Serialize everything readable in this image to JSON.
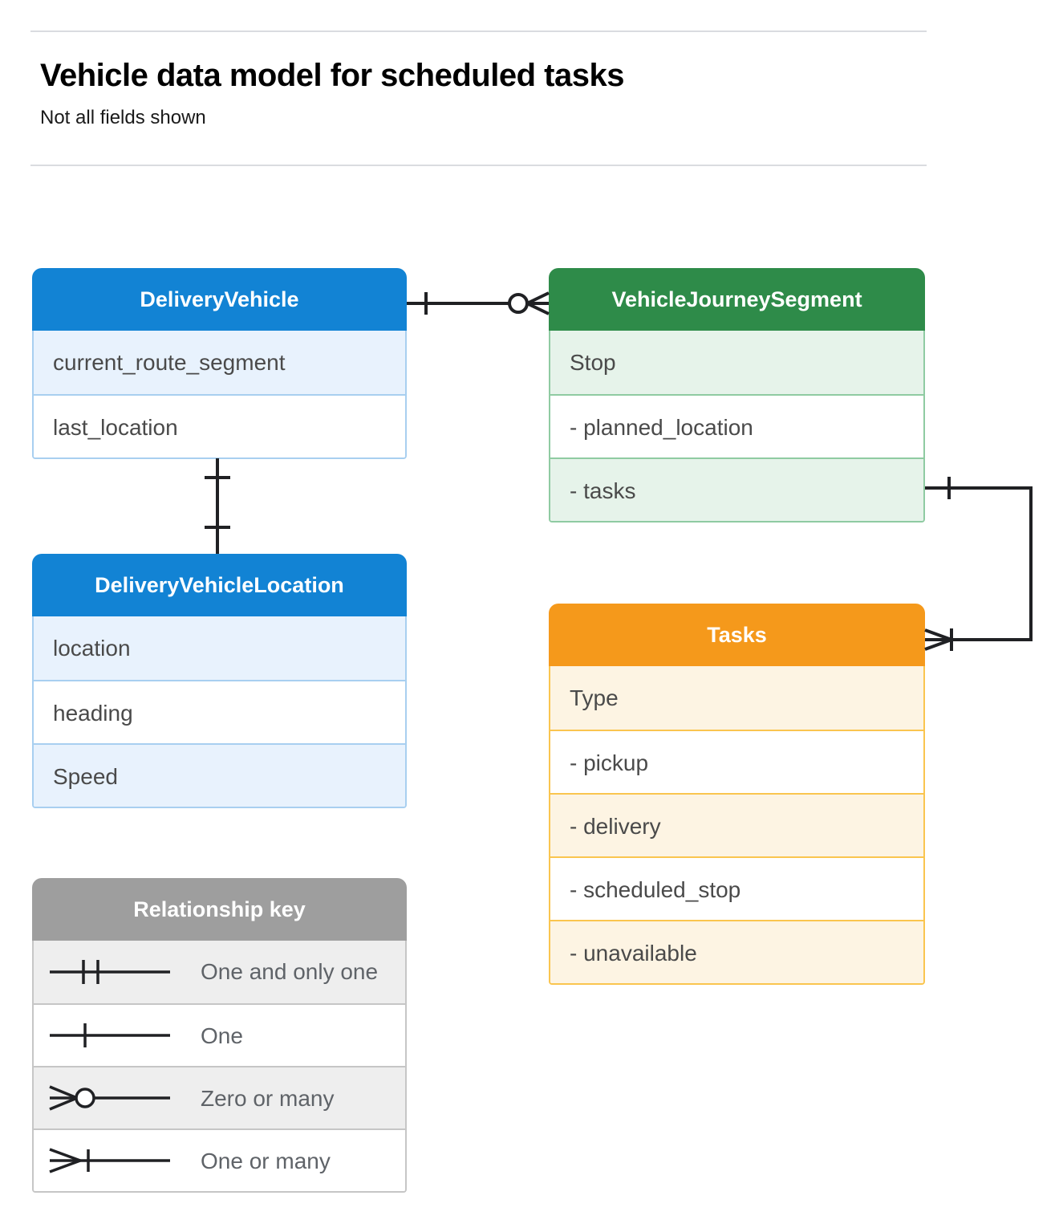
{
  "header": {
    "title": "Vehicle data model for scheduled tasks",
    "subtitle": "Not all fields shown"
  },
  "colors": {
    "blue_header": "#1283d4",
    "blue_row": "#e8f2fd",
    "blue_border": "#a8cff0",
    "green_header": "#2e8b49",
    "green_row": "#e6f3ea",
    "green_border": "#8fcba2",
    "orange_header": "#f5991b",
    "orange_row": "#fdf4e3",
    "orange_border": "#fac54f",
    "gray_header": "#9e9e9e",
    "gray_row": "#eeeeee",
    "gray_border": "#c6c6c6",
    "connector": "#202124",
    "rule": "#dadce0"
  },
  "entities": [
    {
      "id": "delivery-vehicle",
      "name": "DeliveryVehicle",
      "theme": "blue",
      "fields": [
        "current_route_segment",
        "last_location"
      ]
    },
    {
      "id": "delivery-vehicle-location",
      "name": "DeliveryVehicleLocation",
      "theme": "blue",
      "fields": [
        "location",
        "heading",
        "Speed"
      ]
    },
    {
      "id": "vehicle-journey-segment",
      "name": "VehicleJourneySegment",
      "theme": "green",
      "fields": [
        "Stop",
        "-  planned_location",
        "- tasks"
      ]
    },
    {
      "id": "tasks",
      "name": "Tasks",
      "theme": "orange",
      "fields": [
        "Type",
        "-  pickup",
        "-  delivery",
        "-  scheduled_stop",
        "-  unavailable"
      ]
    }
  ],
  "legend": {
    "title": "Relationship key",
    "items": [
      {
        "symbol": "one-and-only-one",
        "label": "One and only one"
      },
      {
        "symbol": "one",
        "label": "One"
      },
      {
        "symbol": "zero-or-many",
        "label": "Zero or many"
      },
      {
        "symbol": "one-or-many",
        "label": "One or many"
      }
    ]
  },
  "relationships": [
    {
      "id": "vehicle-to-journey-segment",
      "from": "DeliveryVehicle",
      "to": "VehicleJourneySegment",
      "from_cardinality": "One",
      "to_cardinality": "Zero or many"
    },
    {
      "id": "vehicle-to-vehicle-location",
      "from": "DeliveryVehicle",
      "to": "DeliveryVehicleLocation",
      "from_cardinality": "One",
      "to_cardinality": "One"
    },
    {
      "id": "journey-segment-tasks-to-tasks",
      "from": "VehicleJourneySegment.tasks",
      "to": "Tasks",
      "from_cardinality": "One",
      "to_cardinality": "One or many"
    }
  ]
}
